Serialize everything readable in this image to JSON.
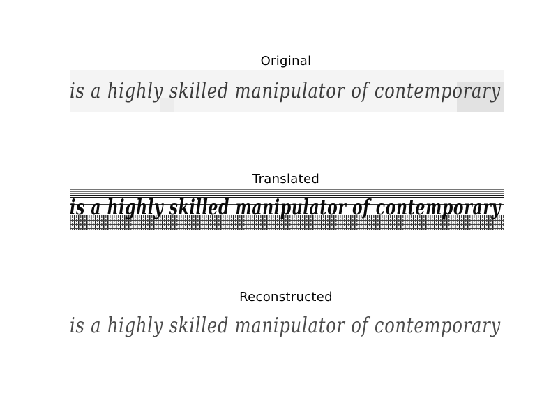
{
  "panels": [
    {
      "title": "Original",
      "handwriting": "is a highly skilled manipulator of contemporary"
    },
    {
      "title": "Translated",
      "handwriting": "is a highly skilled manipulator of contemporary"
    },
    {
      "title": "Reconstructed",
      "handwriting": "is a highly skilled manipulator of contemporary"
    }
  ],
  "colors": {
    "ink": "#333333",
    "ink_dark": "#0a0a0a",
    "background": "#ffffff",
    "strip_bg": "#f0f0f0"
  }
}
